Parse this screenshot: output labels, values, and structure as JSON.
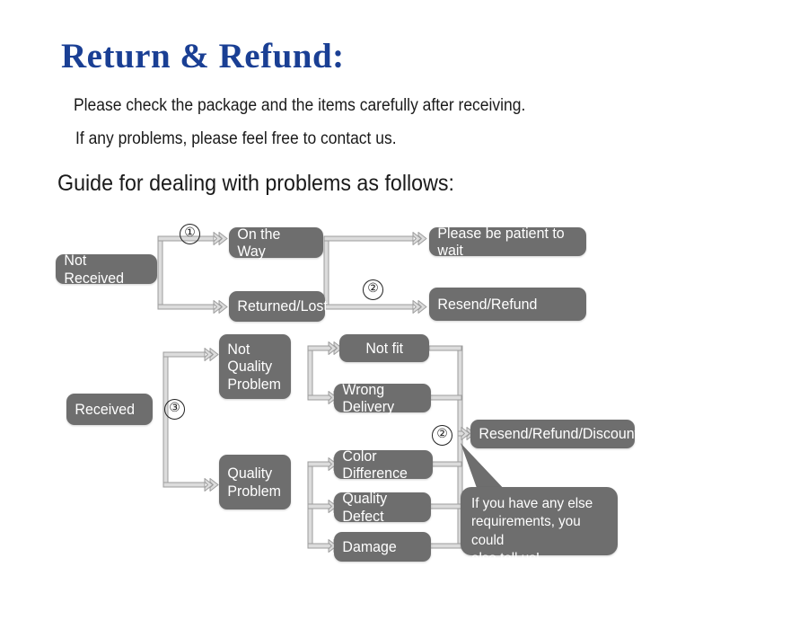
{
  "header": {
    "title": "Return & Refund:",
    "lead_line_1": "Please check the package and the items carefully after receiving.",
    "lead_line_2": "If any problems, please feel free to contact us.",
    "guide_heading": "Guide for dealing with problems as follows:"
  },
  "colors": {
    "title_blue": "#1a3f94",
    "node_gray": "#6e6e6e",
    "connector_fill": "#d8d8d8",
    "connector_stroke": "#9a9a9a",
    "text_black": "#1a1a1a",
    "node_text": "#ffffff",
    "background": "#ffffff"
  },
  "flowchart": {
    "type": "flowchart",
    "steps": [
      {
        "id": "step-1",
        "label": "①"
      },
      {
        "id": "step-2a",
        "label": "②"
      },
      {
        "id": "step-3",
        "label": "③"
      },
      {
        "id": "step-2b",
        "label": "②"
      }
    ],
    "nodes": [
      {
        "id": "not-received",
        "label": "Not Received"
      },
      {
        "id": "on-the-way",
        "label": "On the Way"
      },
      {
        "id": "returned-lost",
        "label": "Returned/Lost"
      },
      {
        "id": "please-wait",
        "label": "Please be patient to wait"
      },
      {
        "id": "resend-refund",
        "label": "Resend/Refund"
      },
      {
        "id": "received",
        "label": "Received"
      },
      {
        "id": "not-quality",
        "label": "Not\nQuality\nProblem"
      },
      {
        "id": "quality",
        "label": "Quality\nProblem"
      },
      {
        "id": "not-fit",
        "label": "Not fit"
      },
      {
        "id": "wrong-delivery",
        "label": "Wrong Delivery"
      },
      {
        "id": "color-diff",
        "label": "Color Difference"
      },
      {
        "id": "quality-defect",
        "label": "Quality Defect"
      },
      {
        "id": "damage",
        "label": "Damage"
      },
      {
        "id": "resend-refund-discount",
        "label": "Resend/Refund/Discount"
      }
    ],
    "callout": {
      "id": "callout-bubble",
      "label": "If you have any else\nrequirements, you could\nalso tell us!"
    },
    "edges": [
      {
        "from": "not-received",
        "to": "on-the-way",
        "marker": "①"
      },
      {
        "from": "not-received",
        "to": "returned-lost",
        "marker": "①"
      },
      {
        "from": "on-the-way",
        "to": "please-wait",
        "marker": "②"
      },
      {
        "from": "returned-lost",
        "to": "resend-refund",
        "marker": "②"
      },
      {
        "from": "received",
        "to": "not-quality",
        "marker": "③"
      },
      {
        "from": "received",
        "to": "quality",
        "marker": "③"
      },
      {
        "from": "not-quality",
        "to": "not-fit",
        "marker": ""
      },
      {
        "from": "not-quality",
        "to": "wrong-delivery",
        "marker": ""
      },
      {
        "from": "quality",
        "to": "color-diff",
        "marker": ""
      },
      {
        "from": "quality",
        "to": "quality-defect",
        "marker": ""
      },
      {
        "from": "quality",
        "to": "damage",
        "marker": ""
      },
      {
        "from": "not-fit",
        "to": "resend-refund-discount",
        "marker": "②"
      },
      {
        "from": "wrong-delivery",
        "to": "resend-refund-discount",
        "marker": "②"
      },
      {
        "from": "color-diff",
        "to": "resend-refund-discount",
        "marker": "②"
      },
      {
        "from": "quality-defect",
        "to": "resend-refund-discount",
        "marker": "②"
      },
      {
        "from": "damage",
        "to": "resend-refund-discount",
        "marker": "②"
      }
    ]
  }
}
